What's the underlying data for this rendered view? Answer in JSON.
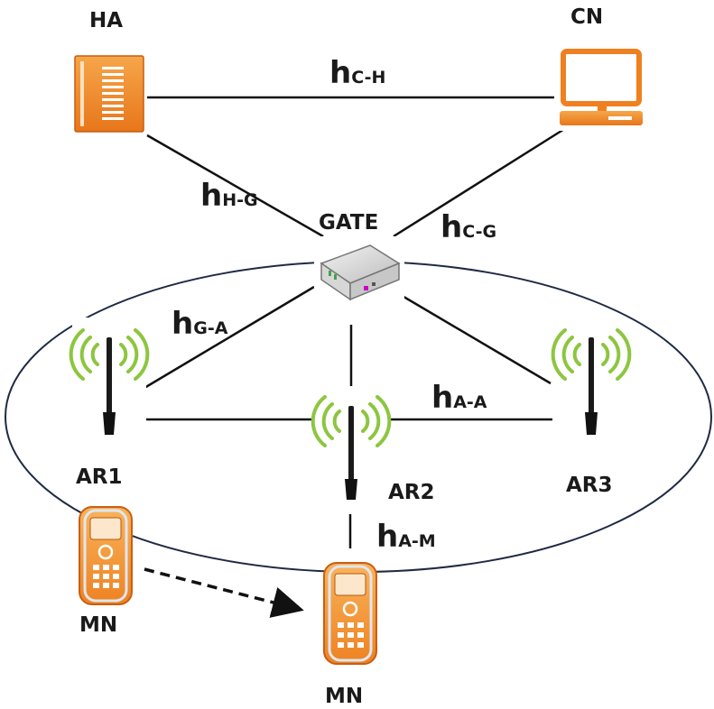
{
  "nodes": {
    "ha": "HA",
    "cn": "CN",
    "gate": "GATE",
    "ar1": "AR1",
    "ar2": "AR2",
    "ar3": "AR3",
    "mn_old": "MN",
    "mn_new": "MN"
  },
  "links": {
    "c_h": {
      "main": "h",
      "sub": "C-H"
    },
    "h_g": {
      "main": "h",
      "sub": "H-G"
    },
    "c_g": {
      "main": "h",
      "sub": "C-G"
    },
    "g_a": {
      "main": "h",
      "sub": "G-A"
    },
    "a_a": {
      "main": "h",
      "sub": "A-A"
    },
    "a_m": {
      "main": "h",
      "sub": "A-M"
    }
  },
  "colors": {
    "device_orange": "#f08a1e",
    "signal_green": "#8cc63f",
    "line": "#111111",
    "ellipse": "#1f2a44"
  },
  "icons": {
    "ha": "server-icon",
    "cn": "computer-icon",
    "gate": "router-icon",
    "ar": "antenna-icon",
    "mn": "mobile-phone-icon"
  }
}
